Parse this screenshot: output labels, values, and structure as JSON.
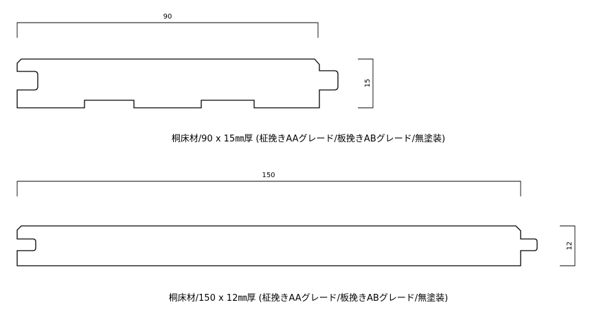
{
  "boards": [
    {
      "width_label": "90",
      "thickness_label": "15",
      "caption": "桐床材/90 x 15㎜厚 (柾挽きAAグレード/板挽きABグレード/無塗装)"
    },
    {
      "width_label": "150",
      "thickness_label": "12",
      "caption": "桐床材/150 x 12㎜厚 (柾挽きAAグレード/板挽きABグレード/無塗装)"
    }
  ],
  "colors": {
    "line": "#000000",
    "background": "#ffffff"
  }
}
